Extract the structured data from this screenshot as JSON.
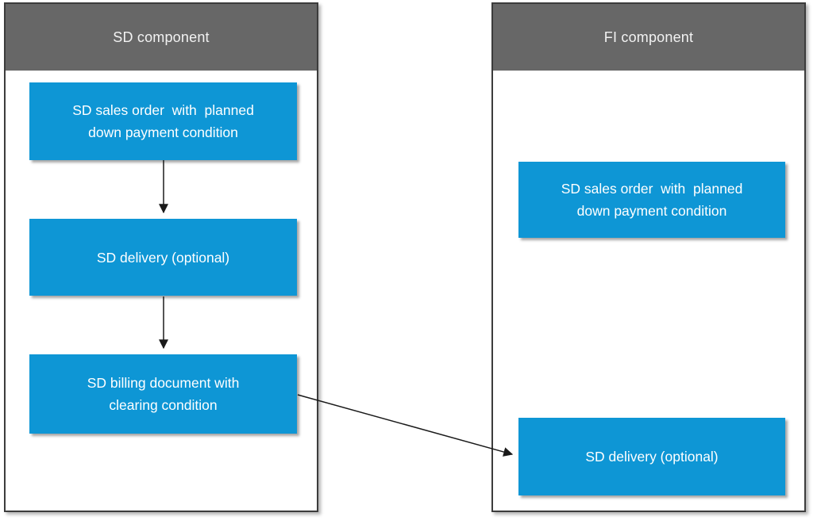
{
  "diagram": {
    "panels": [
      {
        "id": "sd",
        "title": "SD component",
        "nodes": [
          {
            "id": "sd-sales-order",
            "label": "SD sales order  with  planned\ndown payment condition"
          },
          {
            "id": "sd-delivery",
            "label": "SD delivery (optional)"
          },
          {
            "id": "sd-billing",
            "label": "SD billing document with\nclearing condition"
          }
        ]
      },
      {
        "id": "fi",
        "title": "FI component",
        "nodes": [
          {
            "id": "fi-sales-order",
            "label": "SD sales order  with  planned\ndown payment condition"
          },
          {
            "id": "fi-delivery",
            "label": "SD delivery (optional)"
          }
        ]
      }
    ],
    "connections": [
      {
        "from": "sd-sales-order",
        "to": "sd-delivery"
      },
      {
        "from": "sd-delivery",
        "to": "sd-billing"
      },
      {
        "from": "sd-billing",
        "to": "fi-delivery"
      }
    ],
    "colors": {
      "node_fill": "#0E96D5",
      "header_bg": "#676767",
      "panel_border": "#3C3C3C",
      "node_text": "#FFFFFF",
      "arrow": "#1A1A1A"
    }
  }
}
